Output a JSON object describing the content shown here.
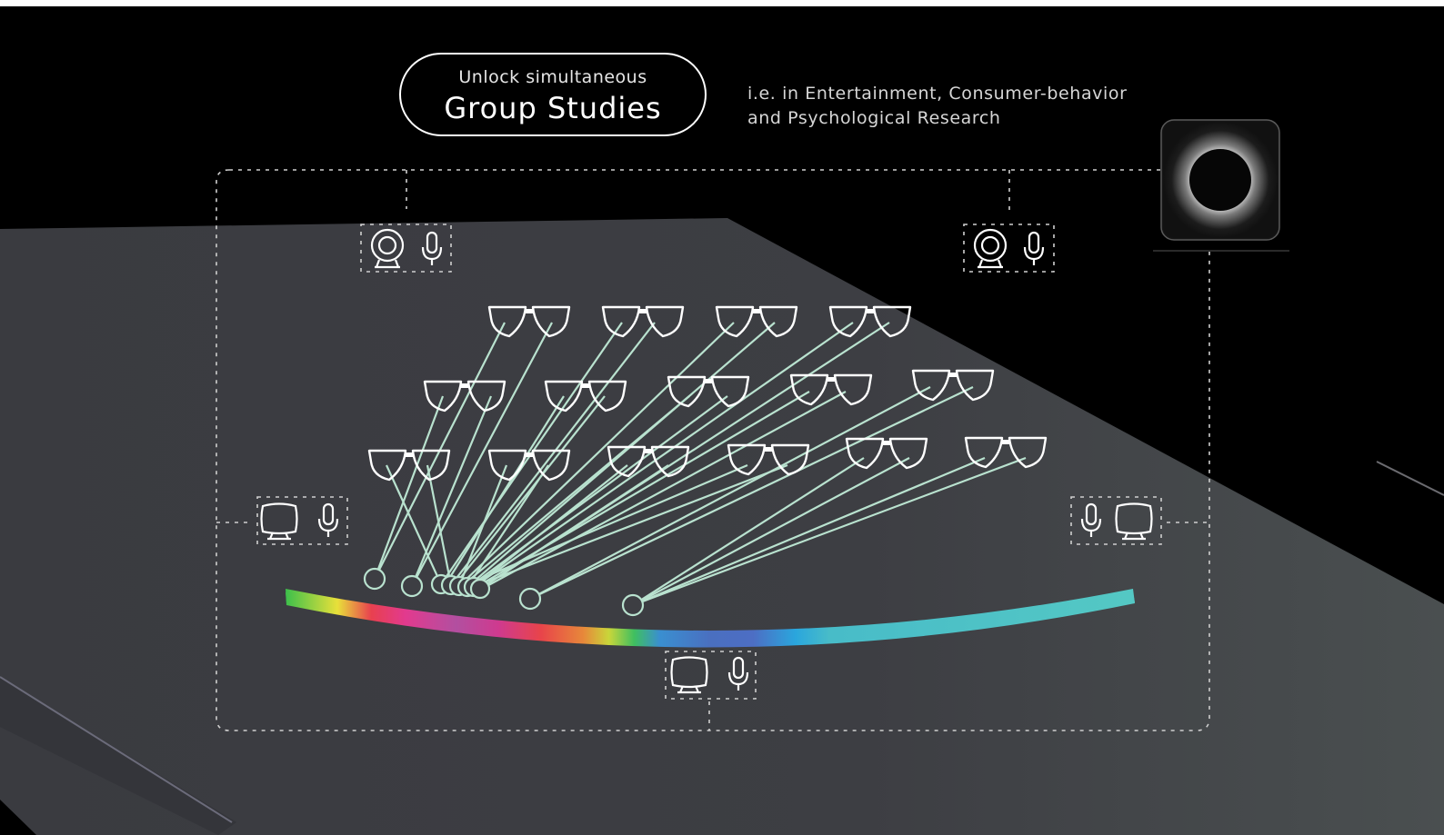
{
  "headline": {
    "line1": "Unlock simultaneous",
    "line2": "Group Studies"
  },
  "caption": {
    "line1": "i.e. in Entertainment, Consumer-behavior",
    "line2": "and Psychological Research"
  },
  "icons": {
    "eye_tracker_glasses": "eyeglasses-icon",
    "webcam": "webcam-icon",
    "microphone": "microphone-icon",
    "screen_monitor": "monitor-icon",
    "central_camera": "camera-lens-icon"
  },
  "colors": {
    "background": "#000000",
    "floor": "#3c3d42",
    "lines": "#b9e2cf",
    "dotted": "#cfcfcf",
    "text": "#ffffff"
  }
}
